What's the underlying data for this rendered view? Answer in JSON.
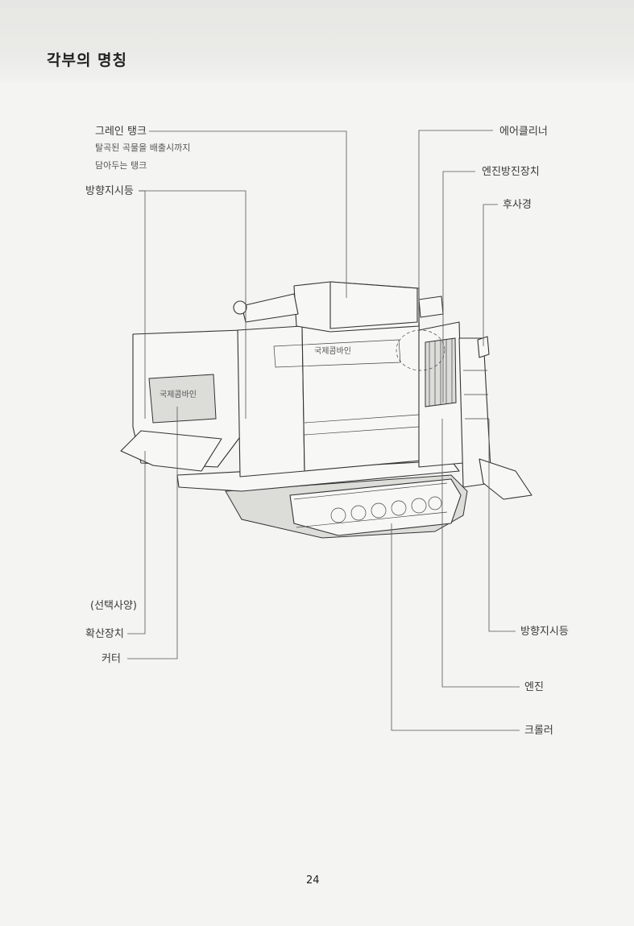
{
  "header": {
    "title": "각부의 명칭"
  },
  "labels": {
    "grain_tank": "그레인 탱크",
    "grain_tank_desc_1": "탈곡된 곡물을 배출시까지",
    "grain_tank_desc_2": "담아두는 탱크",
    "turn_signal_left": "방향지시등",
    "air_cleaner": "에어클리너",
    "engine_guard": "엔진방진장치",
    "rear_mirror": "후사경",
    "optional": "(선택사양)",
    "spreader": "확산장치",
    "cutter": "커터",
    "turn_signal_right": "방향지시등",
    "engine": "엔진",
    "crawler": "크롤러"
  },
  "machine": {
    "side_brand": "국제콤바인",
    "front_brand": "국제콤바인"
  },
  "page_number": "24"
}
